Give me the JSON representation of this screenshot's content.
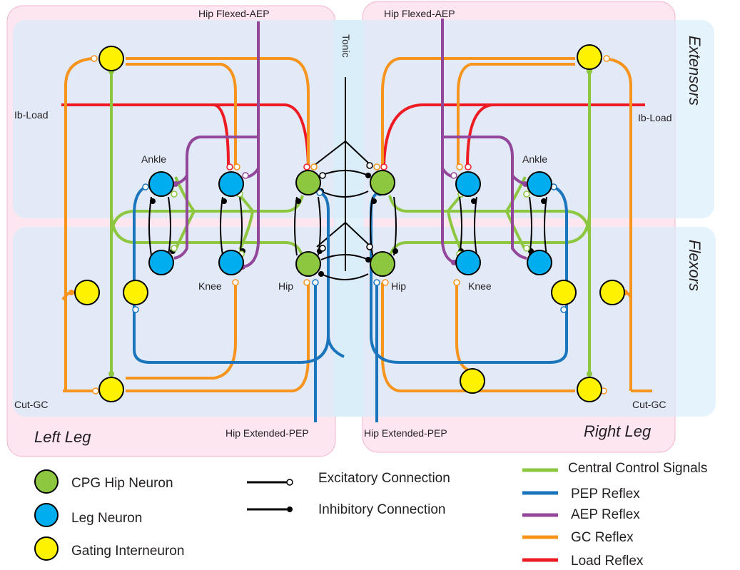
{
  "colors": {
    "central": "#8dc63f",
    "pep": "#1b75bc",
    "aep": "#93479a",
    "gc": "#f7941d",
    "load": "#ed1c24",
    "cpg_fill": "#8dc63f",
    "leg_fill": "#00aeef",
    "gate_fill": "#fff200",
    "left_region": "#fde6f0",
    "right_region": "#fde6f0",
    "extensor_band": "#e6f4fb",
    "flexor_band": "#e6f4fb",
    "tonic_band": "#e6f4fb"
  },
  "regions": {
    "left_leg": "Left Leg",
    "right_leg": "Right Leg",
    "extensors": "Extensors",
    "flexors": "Flexors",
    "tonic": "Tonic"
  },
  "labels": {
    "hip_flexed_left": "Hip Flexed-AEP",
    "hip_flexed_right": "Hip Flexed-AEP",
    "hip_extended_left": "Hip Extended-PEP",
    "hip_extended_right": "Hip Extended-PEP",
    "ib_load_left": "Ib-Load",
    "ib_load_right": "Ib-Load",
    "cut_gc_left": "Cut-GC",
    "cut_gc_right": "Cut-GC",
    "ankle_left": "Ankle",
    "ankle_right": "Ankle",
    "knee_left": "Knee",
    "knee_right": "Knee",
    "hip_left": "Hip",
    "hip_right": "Hip"
  },
  "legend": {
    "nodes": [
      {
        "label": "CPG Hip Neuron",
        "color_key": "cpg_fill"
      },
      {
        "label": "Leg Neuron",
        "color_key": "leg_fill"
      },
      {
        "label": "Gating Interneuron",
        "color_key": "gate_fill"
      }
    ],
    "connections": [
      {
        "label": "Excitatory Connection",
        "end": "open-circle"
      },
      {
        "label": "Inhibitory Connection",
        "end": "filled-circle"
      }
    ],
    "signals": [
      {
        "label": "Central Control Signals",
        "color_key": "central"
      },
      {
        "label": "PEP Reflex",
        "color_key": "pep"
      },
      {
        "label": "AEP Reflex",
        "color_key": "aep"
      },
      {
        "label": "GC Reflex",
        "color_key": "gc"
      },
      {
        "label": "Load Reflex",
        "color_key": "load"
      }
    ]
  }
}
